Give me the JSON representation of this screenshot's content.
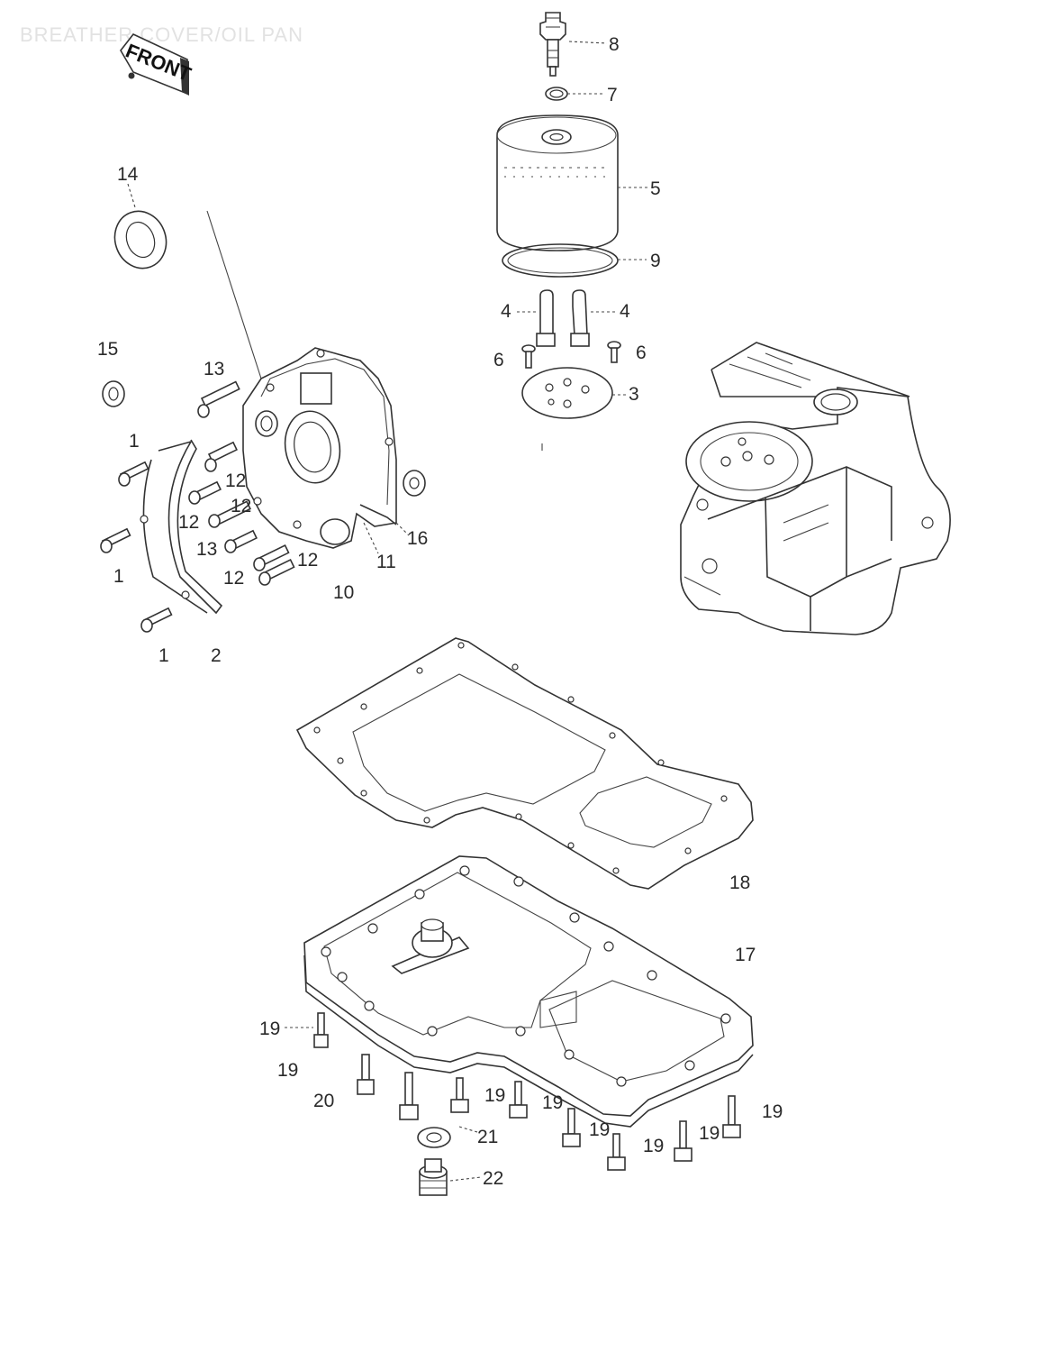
{
  "title": "BREATHER COVER/OIL PAN",
  "front_tag": "FRONT",
  "callouts": [
    {
      "id": "c8",
      "text": "8"
    },
    {
      "id": "c7",
      "text": "7"
    },
    {
      "id": "c5",
      "text": "5"
    },
    {
      "id": "c9",
      "text": "9"
    },
    {
      "id": "c4a",
      "text": "4"
    },
    {
      "id": "c4b",
      "text": "4"
    },
    {
      "id": "c6a",
      "text": "6"
    },
    {
      "id": "c6b",
      "text": "6"
    },
    {
      "id": "c3",
      "text": "3"
    },
    {
      "id": "c14",
      "text": "14"
    },
    {
      "id": "c15",
      "text": "15"
    },
    {
      "id": "c13a",
      "text": "13"
    },
    {
      "id": "c1a",
      "text": "1"
    },
    {
      "id": "c12a",
      "text": "12"
    },
    {
      "id": "c12b",
      "text": "12"
    },
    {
      "id": "c13b",
      "text": "13"
    },
    {
      "id": "c1b",
      "text": "1"
    },
    {
      "id": "c12c",
      "text": "12"
    },
    {
      "id": "c12d",
      "text": "12"
    },
    {
      "id": "c12e",
      "text": "12"
    },
    {
      "id": "c10",
      "text": "10"
    },
    {
      "id": "c11",
      "text": "11"
    },
    {
      "id": "c16",
      "text": "16"
    },
    {
      "id": "c1c",
      "text": "1"
    },
    {
      "id": "c2",
      "text": "2"
    },
    {
      "id": "c18",
      "text": "18"
    },
    {
      "id": "c17",
      "text": "17"
    },
    {
      "id": "c19a",
      "text": "19"
    },
    {
      "id": "c19b",
      "text": "19"
    },
    {
      "id": "c20",
      "text": "20"
    },
    {
      "id": "c19c",
      "text": "19"
    },
    {
      "id": "c19d",
      "text": "19"
    },
    {
      "id": "c19e",
      "text": "19"
    },
    {
      "id": "c19f",
      "text": "19"
    },
    {
      "id": "c19g",
      "text": "19"
    },
    {
      "id": "c19h",
      "text": "19"
    },
    {
      "id": "c21",
      "text": "21"
    },
    {
      "id": "c22",
      "text": "22"
    }
  ]
}
